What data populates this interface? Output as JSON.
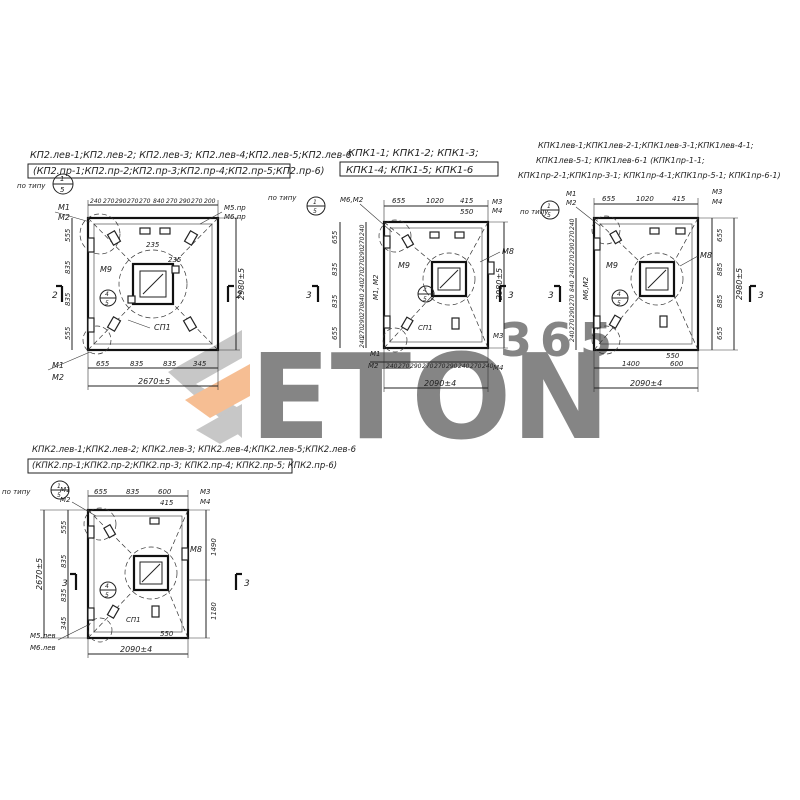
{
  "watermark": {
    "brand": "ETON",
    "number": "365",
    "color_grey": "#9a9a9a",
    "color_orange": "#f08a3c"
  },
  "sheet": {
    "drawings": [
      {
        "id": "kp2",
        "titles": [
          "КП2.лев-1;КП2.лев-2; КП2.лев-3; КП2.лев-4;КП2.лев-5;КП2.лев-6",
          "(КП2.пр-1;КП2.пр-2;КП2.пр-3;КП2.пр-4;КП2.пр-5;КП2.пр-6)"
        ],
        "po_tipu": "по типу",
        "bubble_top": "1",
        "bubble_bottom": "5",
        "labels": {
          "m1_top": "М1",
          "m2_top": "М2",
          "m5": "М5.пр",
          "m6": "М6.пр",
          "m9": "М9",
          "sp1": "СП1",
          "m1_bot": "М1",
          "m2_bot": "М2",
          "mid_top": "4",
          "mid_bot": "5",
          "d235a": "235",
          "d235b": "235",
          "sec_l": "2",
          "sec_r": "2"
        },
        "top_dims": [
          "240",
          "270",
          "290",
          "270",
          "270",
          "840",
          "270",
          "290",
          "270",
          "200"
        ],
        "left_dims": [
          "555",
          "835",
          "835",
          "555"
        ],
        "bottom_dims": [
          "655",
          "835",
          "835",
          "345"
        ],
        "right_dim": "2980±5",
        "total_dim": "2670±5"
      },
      {
        "id": "kpk1",
        "titles": [
          "КПК1-1; КПК1-2; КПК1-3;",
          "КПК1-4; КПК1-5; КПК1-6"
        ],
        "po_tipu": "по типу",
        "bubble_top": "1",
        "bubble_bottom": "5",
        "labels": {
          "m6m2": "М6,М2",
          "m3": "М3",
          "m4": "М4",
          "m8": "М8",
          "m9": "М9",
          "m1m2_side": "М1, М2",
          "sp1": "СП1",
          "m3_bot": "М3",
          "m4_bot": "М4",
          "m1_bot": "М1",
          "m2_bot": "М2",
          "mid_top": "4",
          "mid_bot": "5",
          "sec_l": "3",
          "sec_r": "3"
        },
        "top_dims": [
          "655",
          "1020",
          "415",
          "550"
        ],
        "left_dims": [
          "655",
          "835",
          "835",
          "655"
        ],
        "left_small": [
          "240",
          "270",
          "290",
          "270",
          "270",
          "240",
          "840",
          "270",
          "290",
          "270",
          "240"
        ],
        "bottom_small": [
          "240",
          "270",
          "290",
          "270",
          "270",
          "290",
          "240",
          "270",
          "240"
        ],
        "right_dim": "2980±5",
        "total_dim": "2090±4"
      },
      {
        "id": "kpk1lev",
        "titles": [
          "КПК1лев-1;КПК1лев-2-1;КПК1лев-3-1;КПК1лев-4-1;",
          "КПК1лев-5-1; КПК1лев-6-1 (КПК1пр-1-1;",
          "КПК1пр-2-1;КПК1пр-3-1; КПК1пр-4-1;КПК1пр-5-1; КПК1пр-6-1)"
        ],
        "po_tipu": "по типу",
        "bubble_top": "1",
        "bubble_bottom": "5",
        "labels": {
          "m1": "М1",
          "m2": "М2",
          "m3": "М3",
          "m4": "М4",
          "m8": "М8",
          "m9": "М9",
          "m6m2_side": "М6,М2",
          "mid_top": "4",
          "mid_bot": "5",
          "sec_l": "3",
          "sec_r": "3"
        },
        "top_dims": [
          "655",
          "1020",
          "415"
        ],
        "right_dims": [
          "655",
          "885",
          "885",
          "655"
        ],
        "left_small": [
          "240",
          "270",
          "290",
          "270",
          "240",
          "840",
          "270",
          "290",
          "270",
          "240"
        ],
        "bottom_dims": [
          "1400",
          "600"
        ],
        "d550": "550",
        "right_dim": "2980±5",
        "total_dim": "2090±4"
      },
      {
        "id": "kpk2",
        "titles": [
          "КПК2.лев-1;КПК2.лев-2; КПК2.лев-3; КПК2.лев-4;КПК2.лев-5;КПК2.лев-6",
          "(КПК2.пр-1;КПК2.пр-2;КПК2.пр-3; КПК2.пр-4; КПК2.пр-5; КПК2.пр-6)"
        ],
        "po_tipu": "по типу",
        "bubble_top": "1",
        "bubble_bottom": "5",
        "labels": {
          "m1": "М1",
          "m2": "М2",
          "m3": "М3",
          "m4": "М4",
          "m8": "М8",
          "sp1": "СП1",
          "m5": "М5.лев",
          "m6": "М6.лев",
          "mid_top": "4",
          "mid_bot": "5",
          "sec_l": "3",
          "sec_r": "3"
        },
        "top_dims": [
          "655",
          "835",
          "600",
          "415"
        ],
        "left_dims": [
          "555",
          "835",
          "835",
          "345"
        ],
        "right_dims": [
          "1490",
          "1180"
        ],
        "d550": "550",
        "left_total": "2670±5",
        "total_dim": "2090±4"
      }
    ]
  }
}
